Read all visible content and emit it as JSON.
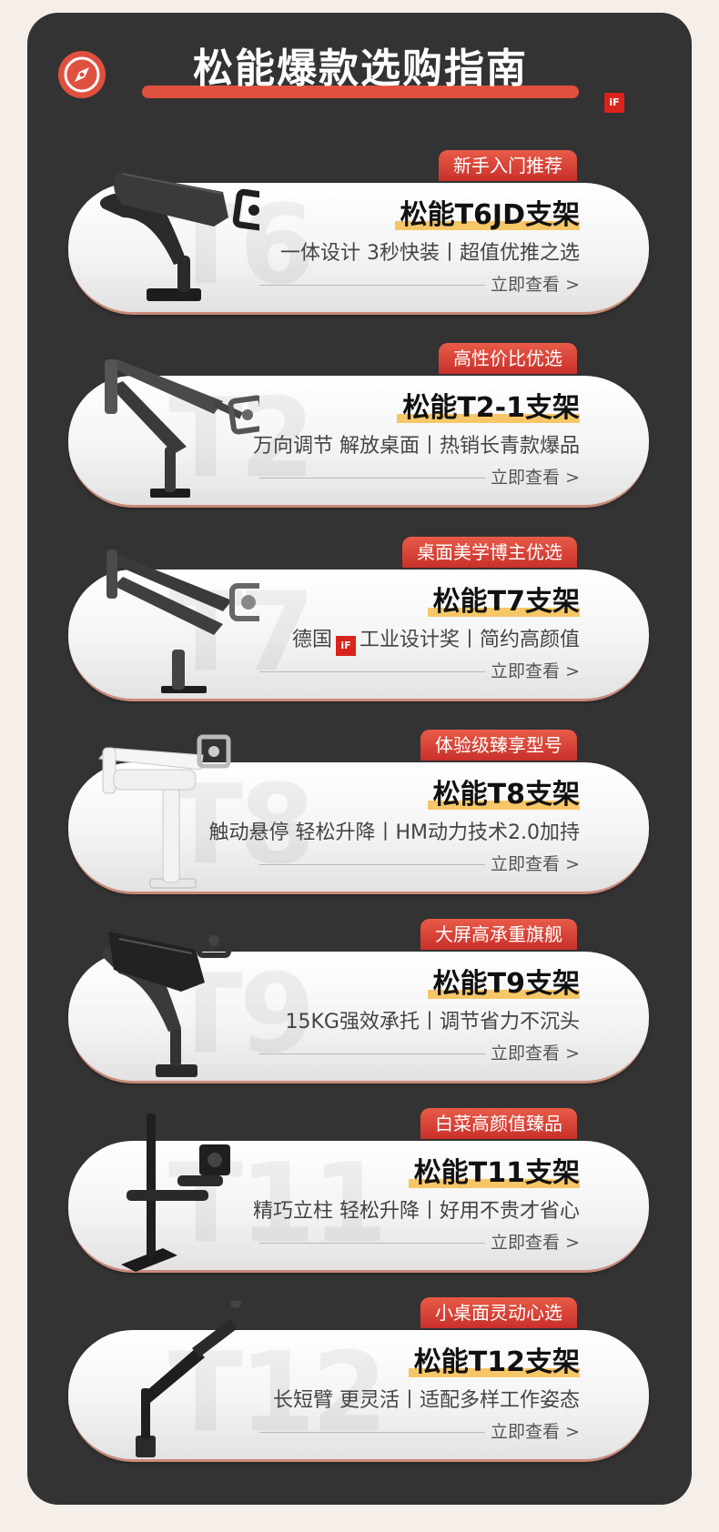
{
  "header": {
    "title": "松能爆款选购指南",
    "compass_icon": "compass-icon",
    "award_badge": "iF"
  },
  "colors": {
    "panel": "#333333",
    "accent_red": "#e0503f",
    "highlight_yellow": "#f6c667"
  },
  "products": [
    {
      "tag": "新手入门推荐",
      "watermark": "T6",
      "name": "松能T6JD支架",
      "desc": "一体设计 3秒快装丨超值优推之选",
      "link": "立即查看 >"
    },
    {
      "tag": "高性价比优选",
      "watermark": "T2",
      "name": "松能T2-1支架",
      "desc": "万向调节 解放桌面丨热销长青款爆品",
      "link": "立即查看 >"
    },
    {
      "tag": "桌面美学博主优选",
      "watermark": "T7",
      "name": "松能T7支架",
      "desc_pre": "德国",
      "desc_badge": "iF",
      "desc_post": "工业设计奖丨简约高颜值",
      "link": "立即查看 >"
    },
    {
      "tag": "体验级臻享型号",
      "watermark": "T8",
      "name": "松能T8支架",
      "desc": "触动悬停 轻松升降丨HM动力技术2.0加持",
      "link": "立即查看 >"
    },
    {
      "tag": "大屏高承重旗舰",
      "watermark": "T9",
      "name": "松能T9支架",
      "desc": "15KG强效承托丨调节省力不沉头",
      "link": "立即查看 >"
    },
    {
      "tag": "白菜高颜值臻品",
      "watermark": "T11",
      "name": "松能T11支架",
      "desc": "精巧立柱 轻松升降丨好用不贵才省心",
      "link": "立即查看 >"
    },
    {
      "tag": "小桌面灵动心选",
      "watermark": "T12",
      "name": "松能T12支架",
      "desc": "长短臂 更灵活丨适配多样工作姿态",
      "link": "立即查看 >"
    }
  ]
}
